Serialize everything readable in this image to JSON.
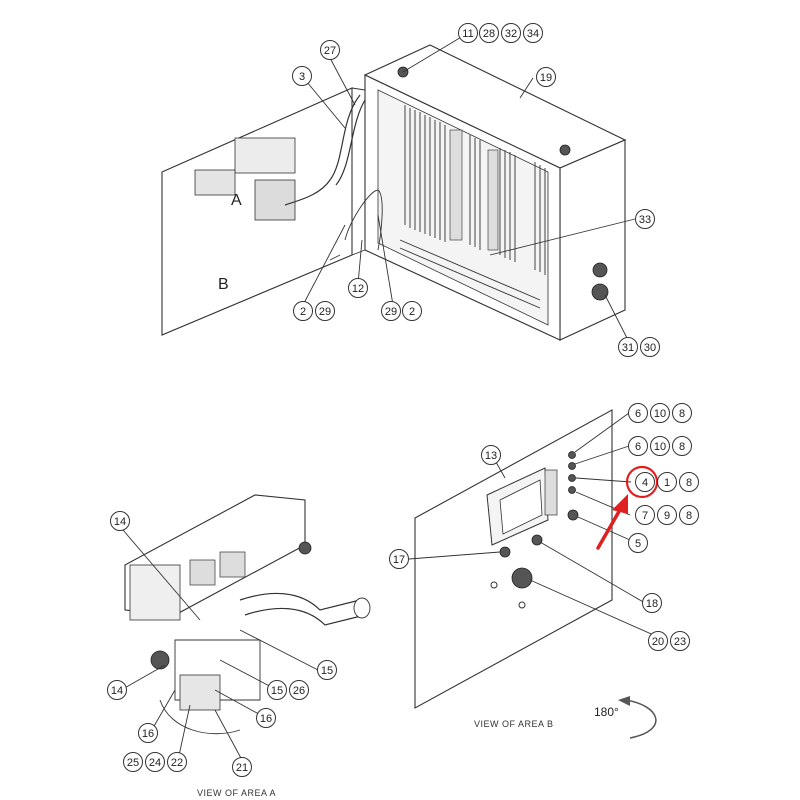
{
  "area_letters": {
    "a": "A",
    "b": "B"
  },
  "captions": {
    "area_a": "VIEW OF AREA  A",
    "area_b": "VIEW OF AREA  B",
    "rotation": "180°"
  },
  "callouts": {
    "c11": "11",
    "c28": "28",
    "c32": "32",
    "c34": "34",
    "c27": "27",
    "c3": "3",
    "c19": "19",
    "c33": "33",
    "c2a": "2",
    "c29a": "29",
    "c12": "12",
    "c29b": "29",
    "c2b": "2",
    "c31": "31",
    "c30": "30",
    "c6a": "6",
    "c10a": "10",
    "c8a": "8",
    "c6b": "6",
    "c10b": "10",
    "c8b": "8",
    "c4": "4",
    "c1": "1",
    "c8c": "8",
    "c7": "7",
    "c9": "9",
    "c8d": "8",
    "c13": "13",
    "c5": "5",
    "c17": "17",
    "c18": "18",
    "c20": "20",
    "c23": "23",
    "c14a": "14",
    "c15a": "15",
    "c14b": "14",
    "c15b": "15",
    "c26": "26",
    "c16a": "16",
    "c16b": "16",
    "c25": "25",
    "c24": "24",
    "c22": "22",
    "c21": "21"
  },
  "colors": {
    "highlight": "#e02020",
    "line": "#333333"
  }
}
